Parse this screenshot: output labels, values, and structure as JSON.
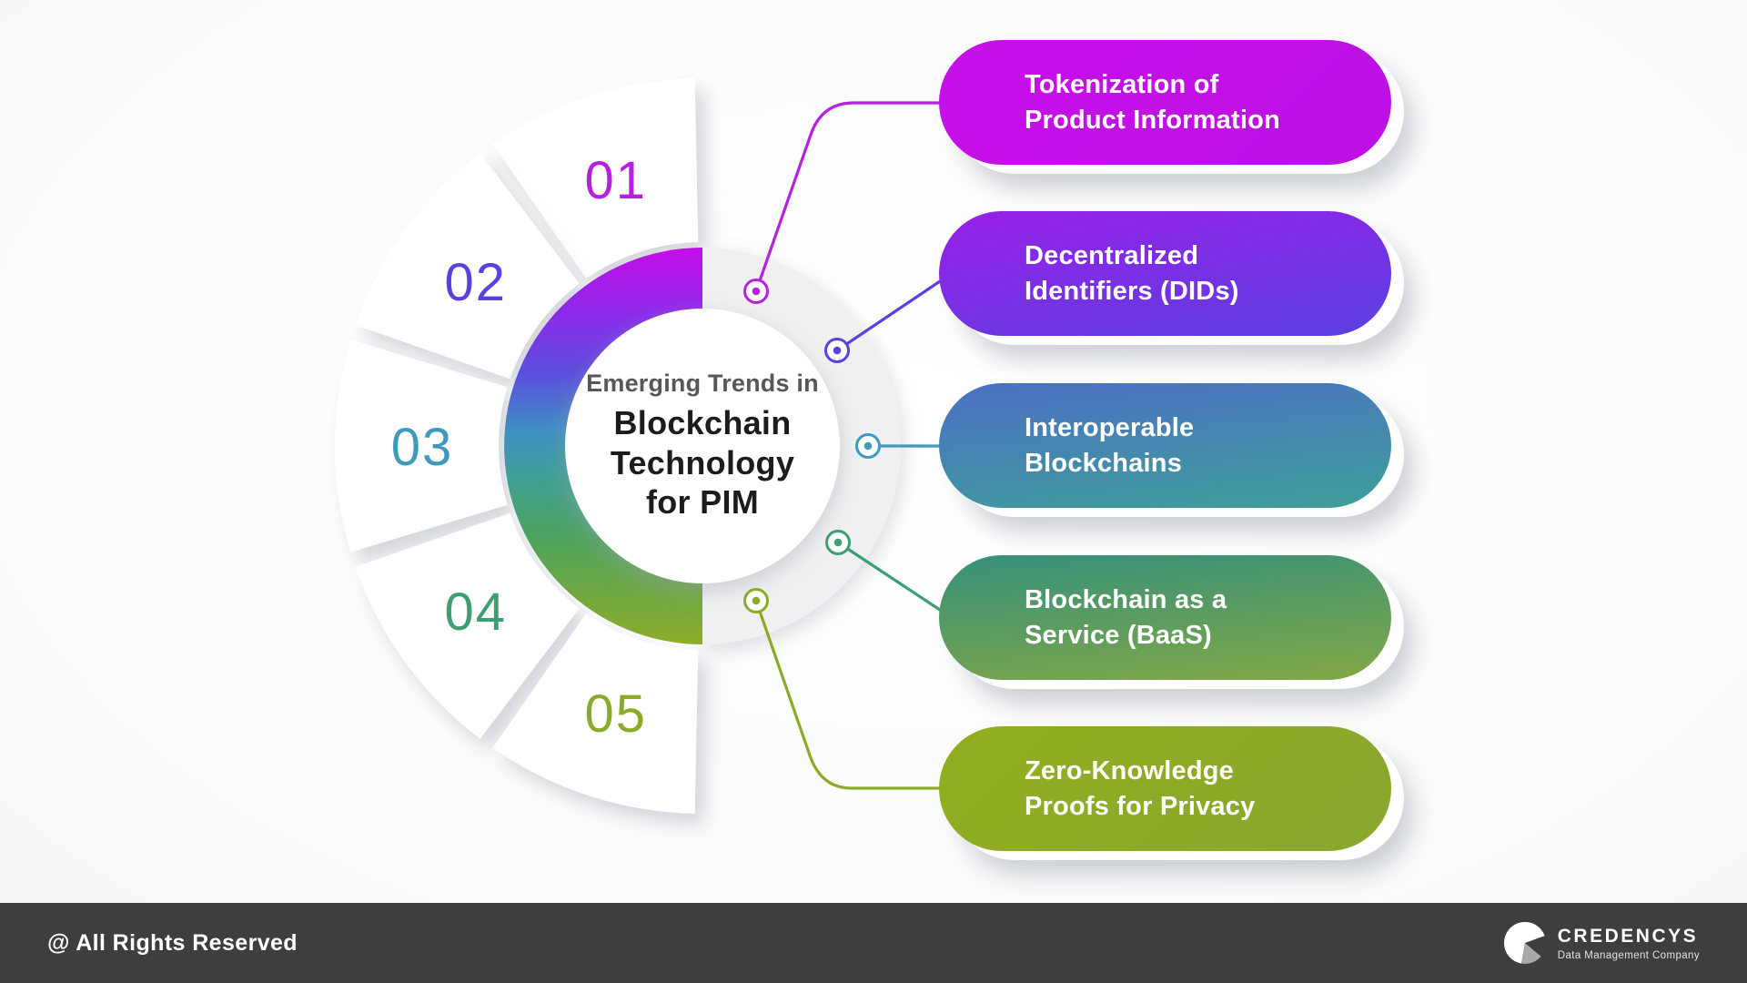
{
  "theme": {
    "footer_bg": "#3e3e3e",
    "track": "#f0f0f2",
    "rg0": "#c50de8",
    "rg1": "#8a2bea",
    "rg2": "#5a50dc",
    "rg3": "#3e8fc2",
    "rg4": "#3fa095",
    "rg5": "#4fa35b",
    "rg6": "#8fac29"
  },
  "center": {
    "kicker": "Emerging Trends in",
    "title": "Blockchain\nTechnology\nfor PIM"
  },
  "items": [
    {
      "number": "01",
      "label": "Tokenization of\nProduct Information",
      "accent": "#b621e0",
      "card_from": "#c80fe9",
      "card_to": "#bb10e4",
      "card_angle": "135deg"
    },
    {
      "number": "02",
      "label": "Decentralized\nIdentifiers (DIDs)",
      "accent": "#5b3fe2",
      "card_from": "#9820e7",
      "card_to": "#5a40e0",
      "card_angle": "170deg"
    },
    {
      "number": "03",
      "label": "Interoperable\nBlockchains",
      "accent": "#3d9abb",
      "card_from": "#4b70c5",
      "card_to": "#3f9f99",
      "card_angle": "175deg"
    },
    {
      "number": "04",
      "label": "Blockchain as a\nService (BaaS)",
      "accent": "#3c9e72",
      "card_from": "#35907b",
      "card_to": "#83a845",
      "card_angle": "175deg"
    },
    {
      "number": "05",
      "label": "Zero-Knowledge\nProofs for Privacy",
      "accent": "#8bab28",
      "card_from": "#90af1f",
      "card_to": "#89a72e",
      "card_angle": "135deg"
    }
  ],
  "footer": {
    "copyright": "@ All Rights Reserved",
    "brand": {
      "name": "CREDENCYS",
      "tagline": "Data Management Company"
    }
  }
}
